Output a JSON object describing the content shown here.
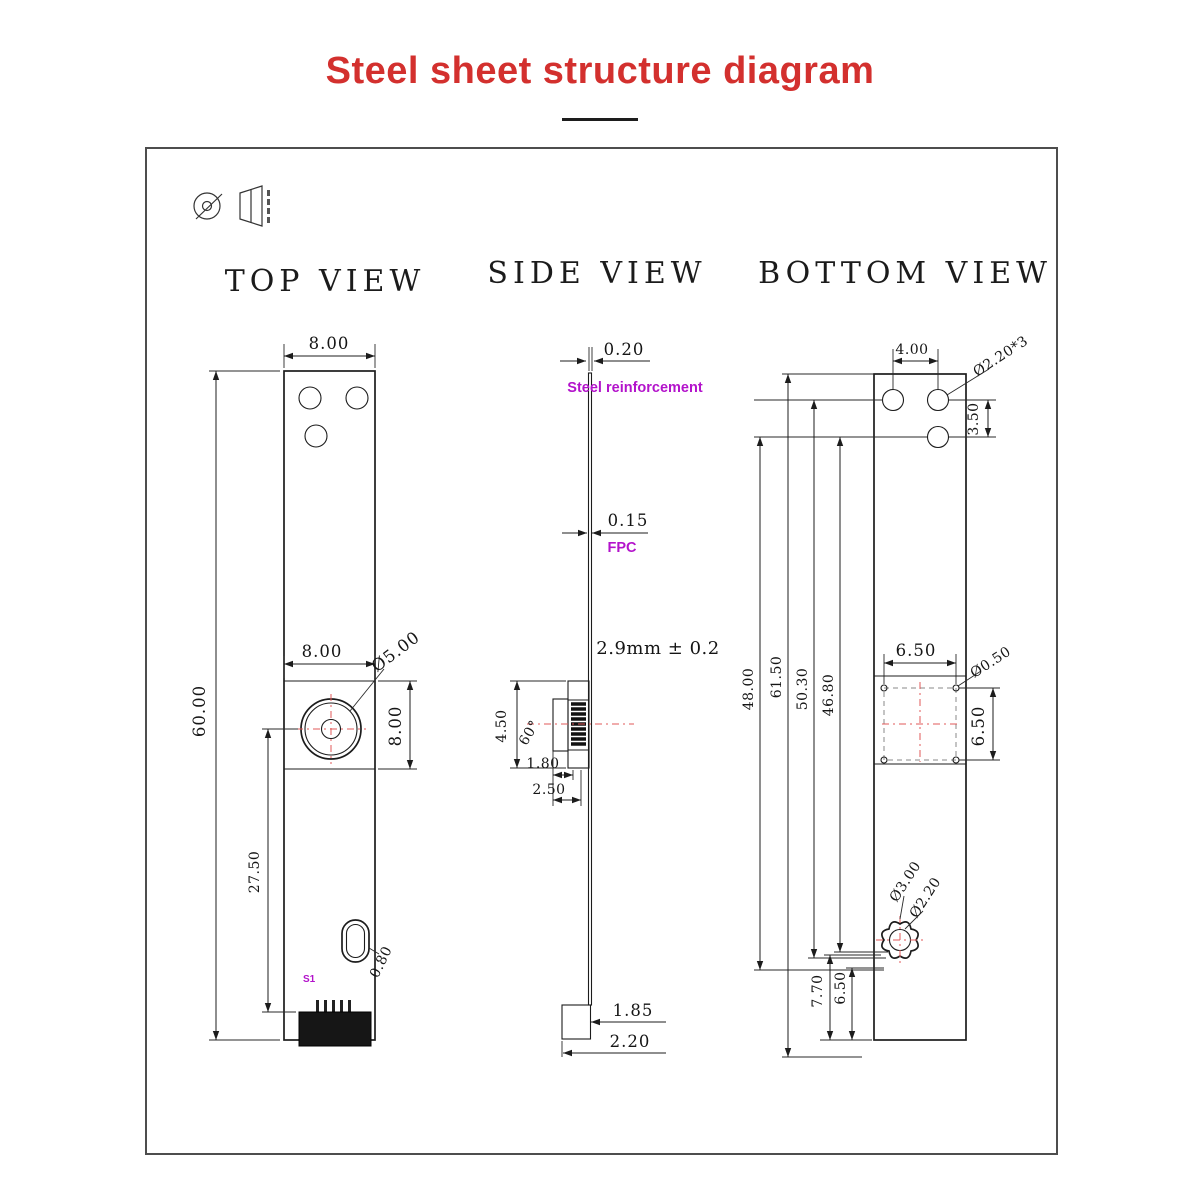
{
  "title": "Steel sheet structure diagram",
  "colors": {
    "title_red": "#d3302e",
    "magenta": "#b313cb",
    "centerline_red": "#e05858"
  },
  "top_view": {
    "label": "TOP VIEW",
    "width": "8.00",
    "height": "60.00",
    "lens_width": "8.00",
    "lens_height": "8.00",
    "lens_diameter": "Ø5.00",
    "lens_center_offset": "27.50",
    "slot_width": "0.80",
    "mark": "S1"
  },
  "side_view": {
    "label": "SIDE VIEW",
    "steel_thickness": "0.20",
    "steel_label": "Steel reinforcement",
    "fpc_thickness": "0.15",
    "fpc_label": "FPC",
    "total_thickness": "2.9mm ± 0.2",
    "holder_height": "4.50",
    "chamfer_angle": "60°",
    "holder_depth_1": "1.80",
    "holder_depth_2": "2.50",
    "tail_thickness": "1.85",
    "tail_width": "2.20"
  },
  "bottom_view": {
    "label": "BOTTOM VIEW",
    "hole_pitch": "4.00",
    "hole_spec": "Ø2.20*3",
    "hole_row_offset": "3.50",
    "length_1": "48.00",
    "length_2": "61.50",
    "length_3": "50.30",
    "length_4": "46.80",
    "pad_width": "6.50",
    "pad_hole": "Ø0.50",
    "pad_height": "6.50",
    "boss_outer": "Ø3.00",
    "boss_inner": "Ø2.20",
    "tail_len_1": "7.70",
    "tail_len_2": "6.50"
  }
}
